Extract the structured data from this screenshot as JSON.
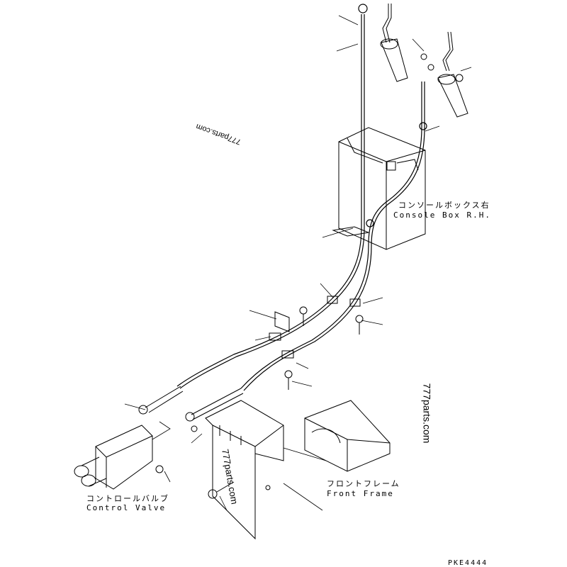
{
  "labels": {
    "console_box_jp": "コンソールボックス右",
    "console_box_en": "Console Box R.H.",
    "control_valve_jp": "コントロールバルブ",
    "control_valve_en": "Control Valve",
    "front_frame_jp": "フロントフレーム",
    "front_frame_en": "Front Frame"
  },
  "drawing_code": "PKE4444",
  "watermarks": [
    "777parts.com",
    "777parts.com",
    "777parts.com"
  ]
}
